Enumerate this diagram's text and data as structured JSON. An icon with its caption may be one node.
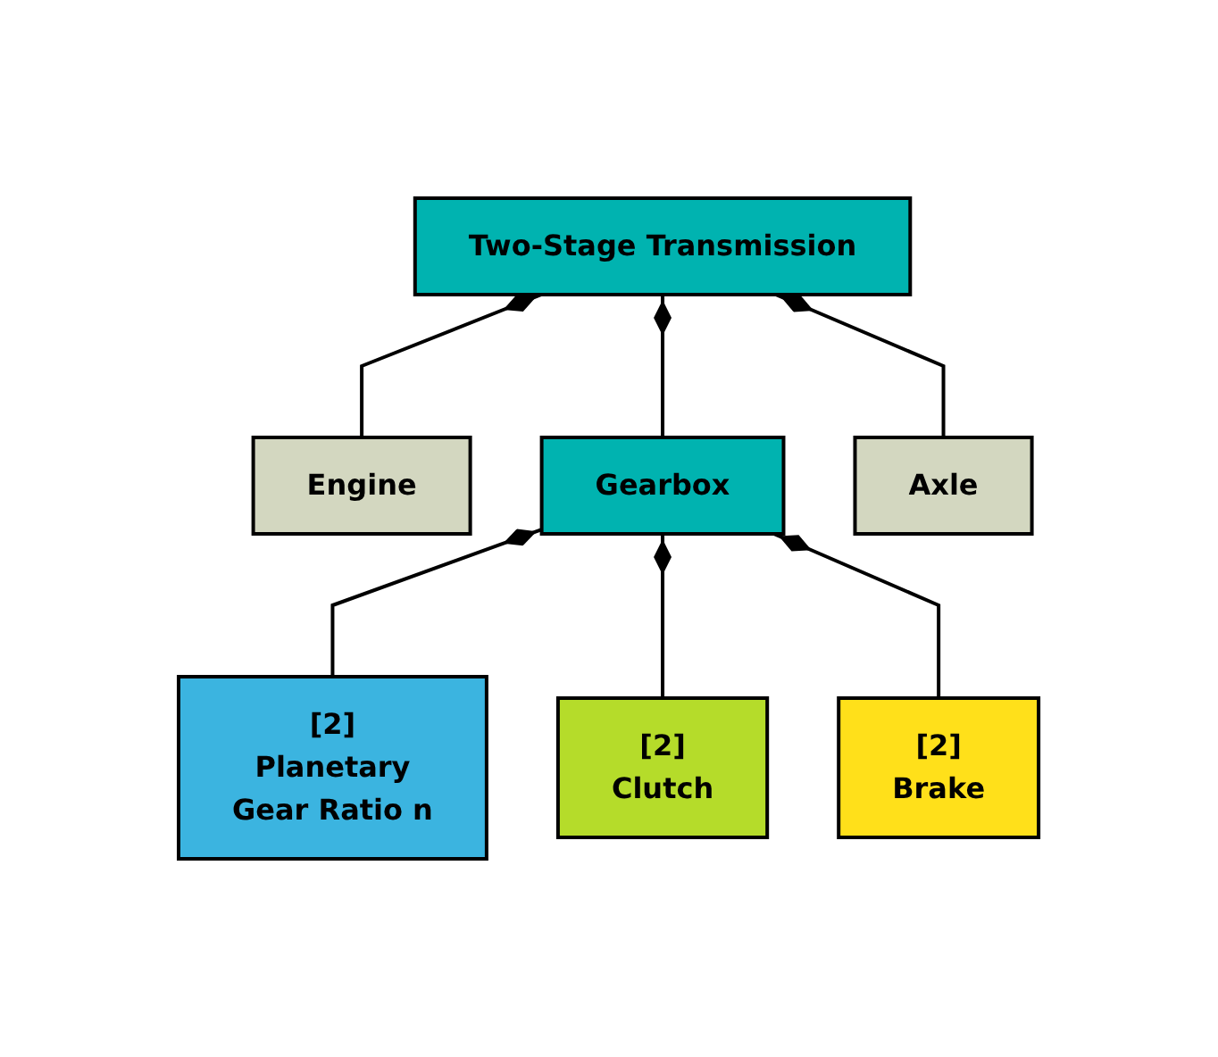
{
  "diagram": {
    "nodes": [
      {
        "text": [
          "Two-Stage Transmission"
        ]
      },
      {
        "text": [
          "Engine"
        ]
      },
      {
        "text": [
          "Gearbox"
        ]
      },
      {
        "text": [
          "Axle"
        ]
      },
      {
        "text": [
          "[2]",
          "Planetary",
          "Gear Ratio n"
        ]
      },
      {
        "text": [
          "[2]",
          "Clutch"
        ]
      },
      {
        "text": [
          "[2]",
          "Brake"
        ]
      }
    ],
    "edges": [
      {
        "from": 0,
        "to": 1,
        "arrow": "other"
      },
      {
        "from": 0,
        "to": 2,
        "arrow": "other"
      },
      {
        "from": 0,
        "to": 3,
        "arrow": "other"
      },
      {
        "from": 2,
        "to": 4,
        "arrow": "other"
      },
      {
        "from": 2,
        "to": 5,
        "arrow": "other"
      },
      {
        "from": 2,
        "to": 6,
        "arrow": "other"
      }
    ]
  }
}
